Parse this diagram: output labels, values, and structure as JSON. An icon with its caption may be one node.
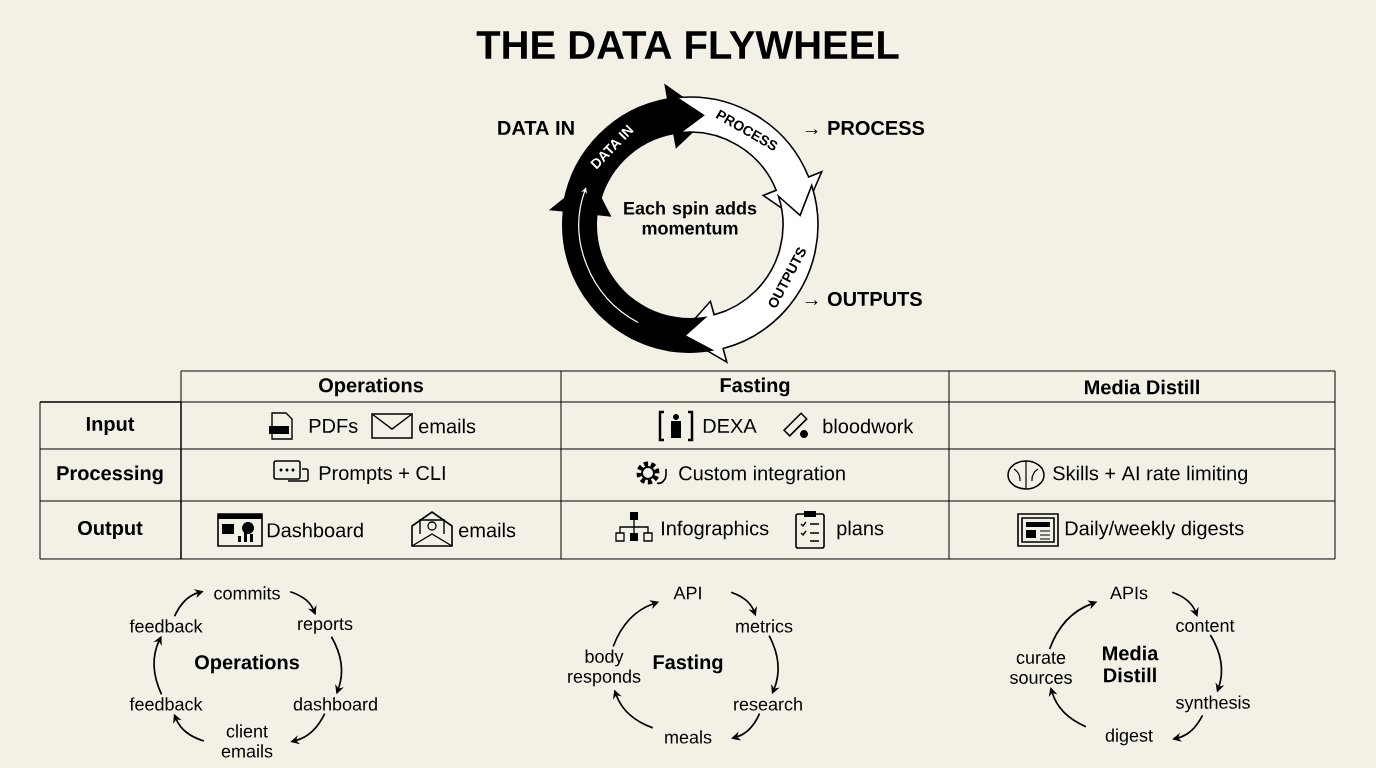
{
  "diagram": {
    "title": "THE DATA FLYWHEEL",
    "nodes": [
      {
        "text": [
          "DATA IN"
        ]
      },
      {
        "text": [
          "PROCESS"
        ]
      },
      {
        "text": [
          "OUTPUTS"
        ]
      },
      {
        "text": [],
        "shape": "arrow"
      },
      {
        "text": [
          "commits"
        ]
      },
      {
        "text": [
          "reports"
        ]
      },
      {
        "text": [
          "dashboard"
        ]
      },
      {
        "text": [
          "client emails"
        ]
      },
      {
        "text": [
          "feedback"
        ]
      },
      {
        "text": [
          "feedback"
        ]
      },
      {
        "text": [
          "API"
        ]
      },
      {
        "text": [
          "metrics"
        ]
      },
      {
        "text": [
          "research"
        ]
      },
      {
        "text": [
          "meals"
        ]
      },
      {
        "text": [
          "body responds"
        ]
      },
      {
        "text": [
          "APIs"
        ]
      },
      {
        "text": [
          "content"
        ]
      },
      {
        "text": [
          "synthesis"
        ]
      },
      {
        "text": [
          "digest"
        ]
      },
      {
        "text": [
          "curate sources"
        ]
      }
    ],
    "edges": [
      {
        "from": 4,
        "to": 5,
        "arrow": "to"
      },
      {
        "from": 5,
        "to": 6,
        "arrow": "to"
      },
      {
        "from": 6,
        "to": 7,
        "arrow": "to"
      },
      {
        "from": 7,
        "to": 8,
        "arrow": "to"
      },
      {
        "from": 8,
        "to": 9,
        "arrow": "to"
      },
      {
        "from": 9,
        "to": 4,
        "arrow": "to"
      },
      {
        "from": 10,
        "to": 11,
        "arrow": "to"
      },
      {
        "from": 11,
        "to": 12,
        "arrow": "to"
      },
      {
        "from": 12,
        "to": 13,
        "arrow": "to"
      },
      {
        "from": 13,
        "to": 14,
        "arrow": "to"
      },
      {
        "from": 14,
        "to": 10,
        "arrow": "to"
      },
      {
        "from": 15,
        "to": 16,
        "arrow": "to"
      },
      {
        "from": 16,
        "to": 17,
        "arrow": "to"
      },
      {
        "from": 17,
        "to": 18,
        "arrow": "to"
      },
      {
        "from": 18,
        "to": 19,
        "arrow": "to"
      },
      {
        "from": 19,
        "to": 15,
        "arrow": "to"
      }
    ],
    "labels": [
      "DATA IN",
      "→ PROCESS",
      "→ OUTPUTS",
      "Each spin adds momentum",
      "Operations",
      "Fasting",
      "Media Distill",
      "Input",
      "PDFs",
      "emails",
      "DEXA",
      "bloodwork",
      "Processing",
      "Prompts + CLI",
      "Custom integration",
      "Skills + AI rate limiting",
      "Output",
      "Dashboard",
      "emails",
      "Infographics",
      "plans",
      "Daily/weekly digests",
      "Operations",
      "Fasting",
      "Media Distill"
    ]
  }
}
